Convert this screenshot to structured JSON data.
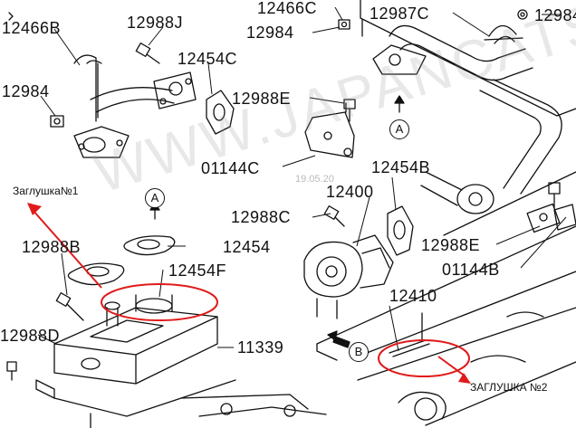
{
  "part_numbers": {
    "p12466B": "12466B",
    "p12988J": "12988J",
    "p12466C": "12466C",
    "p12987C": "12987C",
    "p12984_top": "12984",
    "p12454C": "12454C",
    "p12984_left": "12984",
    "p12988E_top": "12988E",
    "p01144C": "01144C",
    "p12454B": "12454B",
    "p12400": "12400",
    "p12988C": "12988C",
    "p12454": "12454",
    "p12988B": "12988B",
    "p12454F": "12454F",
    "p12988E_right": "12988E",
    "p01144B": "01144B",
    "p12410": "12410",
    "p12988D": "12988D",
    "p11339": "11339"
  },
  "refs": {
    "a_top": "A",
    "a_left": "A",
    "b": "B"
  },
  "notes": {
    "plug1": "Заглушка№1",
    "plug2": "ЗАГЛУШКА №2"
  },
  "watermark": "WWW.JAPANCATS.RU",
  "date_stamp": "19.05.20",
  "colors": {
    "annotation": "#e01b1b",
    "line_art": "#111111"
  }
}
